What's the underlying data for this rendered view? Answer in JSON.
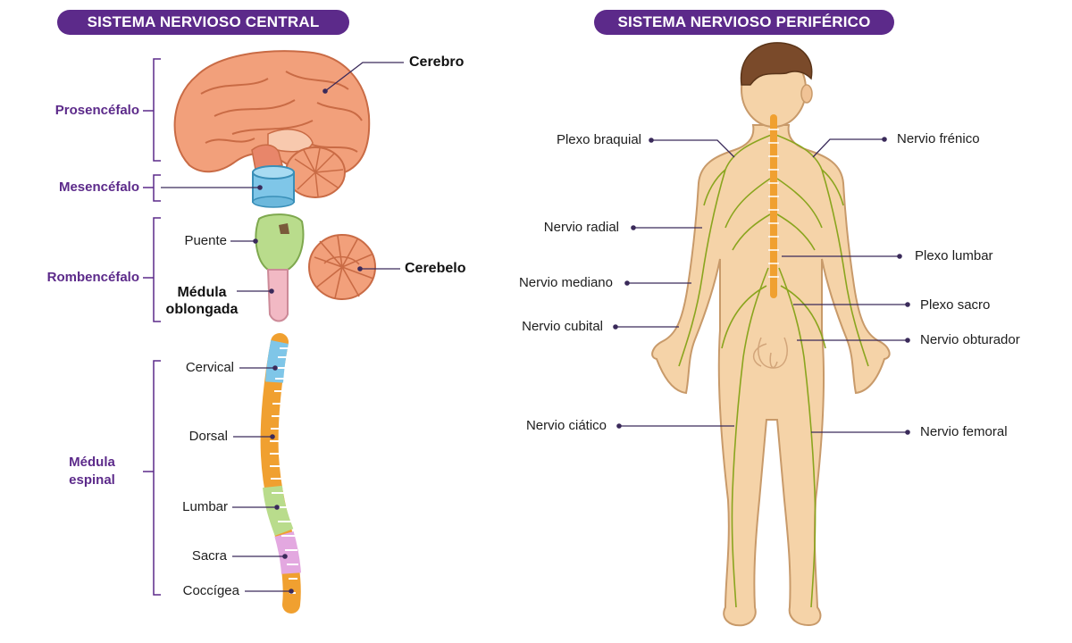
{
  "headers": {
    "central": "SISTEMA NERVIOSO CENTRAL",
    "peripheral": "SISTEMA NERVIOSO PERIFÉRICO"
  },
  "central": {
    "groups": {
      "prosencefalo": "Prosencéfalo",
      "mesencefalo": "Mesencéfalo",
      "rombencefalo": "Rombencéfalo",
      "medula_espinal": [
        "Médula",
        "espinal"
      ]
    },
    "parts": {
      "cerebro": "Cerebro",
      "puente": "Puente",
      "medula_oblongada": [
        "Médula",
        "oblongada"
      ],
      "cerebelo": "Cerebelo"
    },
    "spine": {
      "cervical": "Cervical",
      "dorsal": "Dorsal",
      "lumbar": "Lumbar",
      "sacra": "Sacra",
      "coccigea": "Coccígea"
    }
  },
  "peripheral": {
    "left": {
      "plexo_braquial": "Plexo braquial",
      "nervio_radial": "Nervio radial",
      "nervio_mediano": "Nervio mediano",
      "nervio_cubital": "Nervio cubital",
      "nervio_ciatico": "Nervio ciático"
    },
    "right": {
      "nervio_frenico": "Nervio frénico",
      "plexo_lumbar": "Plexo lumbar",
      "plexo_sacro": "Plexo sacro",
      "nervio_obturador": "Nervio obturador",
      "nervio_femoral": "Nervio femoral"
    }
  },
  "colors": {
    "header_bg": "#5c2a8a",
    "group_text": "#5c2a8a",
    "leader": "#3a2a5a",
    "brain": "#f2a07b",
    "mesencephalon": "#7fc6e8",
    "pons": "#b9dc8c",
    "medulla": "#f2b9c4",
    "skin": "#f5d3a8",
    "nerve": "#8aa51e",
    "spinal_cord": "#f0a030",
    "cervical": "#7fc6e8",
    "dorsal": "#f5b94a",
    "lumbar": "#b9dc8c",
    "sacral": "#e3a8e0",
    "coccyx": "#f0a030"
  },
  "icons": [
    "brain-illustration",
    "cerebellum-illustration",
    "brainstem-illustration",
    "spine-illustration",
    "human-body-illustration"
  ]
}
